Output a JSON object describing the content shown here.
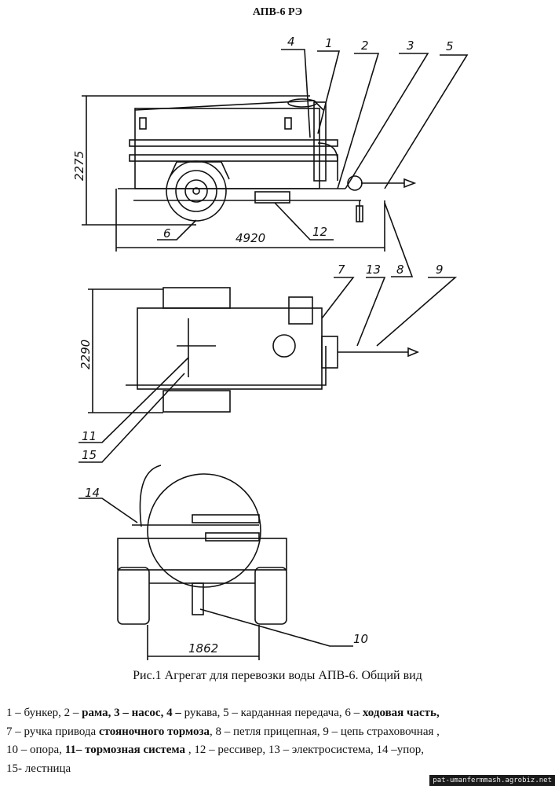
{
  "title": "АПВ-6 РЭ",
  "dimensions": {
    "side_height": "2275",
    "side_length": "4920",
    "top_width": "2290",
    "rear_track": "1862"
  },
  "callouts": {
    "c1": "1",
    "c2": "2",
    "c3": "3",
    "c4": "4",
    "c5": "5",
    "c6": "6",
    "c7": "7",
    "c8": "8",
    "c9": "9",
    "c10": "10",
    "c11": "11",
    "c12": "12",
    "c13": "13",
    "c14": "14",
    "c15": "15"
  },
  "caption": "Рис.1 Агрегат для перевозки воды АПВ-6. Общий вид",
  "legend": {
    "line1": [
      "1 – бункер, 2 – ",
      "рама, 3 – насос, 4 –",
      " рукава, 5 – карданная передача, 6 – ",
      "ходовая часть,"
    ],
    "line2": [
      "7 – ручка привода ",
      "стояночного тормоза",
      ", 8 – петля прицепная, 9 – цепь страховочная ,"
    ],
    "line3": [
      "10 – опора, ",
      "11– тормозная система",
      " , 12 – рессивер, 13 – электросистема, 14 –упор,"
    ],
    "line4": [
      "15- лестница"
    ]
  },
  "watermark": "pat-umanfermmash.agrobiz.net"
}
